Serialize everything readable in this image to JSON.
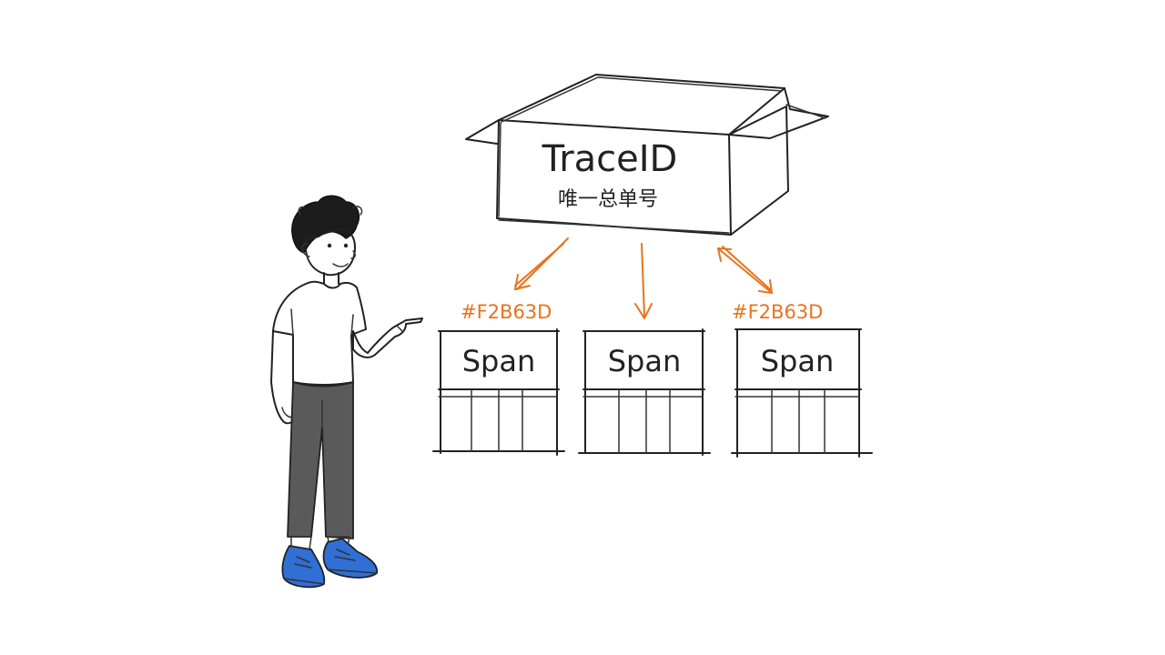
{
  "trace_box": {
    "title": "TraceID",
    "subtitle": "唯一总单号"
  },
  "spans": [
    {
      "label": "Span",
      "tag": "#F2B63D"
    },
    {
      "label": "Span",
      "tag": ""
    },
    {
      "label": "Span",
      "tag": "#F2B63D"
    }
  ],
  "colors": {
    "arrow": "#e8731c",
    "ink": "#222222",
    "pants": "#5a5a5a",
    "shoes": "#2f6fd6"
  }
}
